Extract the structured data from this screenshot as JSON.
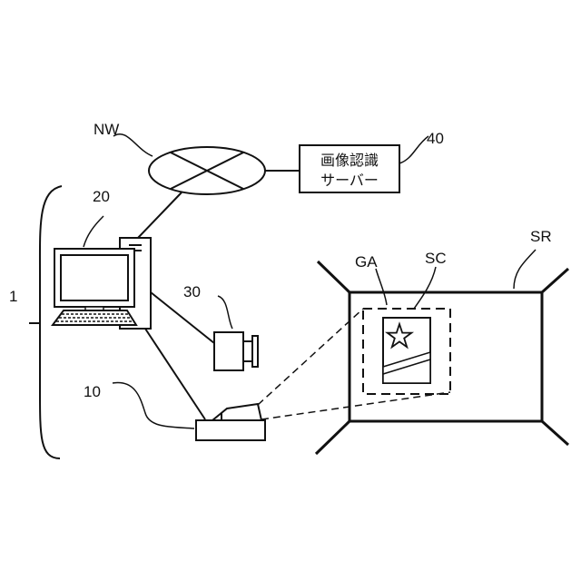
{
  "labels": {
    "network": "NW",
    "server_ref": "40",
    "pc_ref": "20",
    "system_ref": "1",
    "camera_ref": "30",
    "projector_ref": "10",
    "screen_room_ref": "SR",
    "guide_area_ref": "GA",
    "screen_content_ref": "SC"
  },
  "server": {
    "line1": "画像認識",
    "line2": "サーバー"
  },
  "colors": {
    "ink": "#111111",
    "background": "#ffffff"
  }
}
